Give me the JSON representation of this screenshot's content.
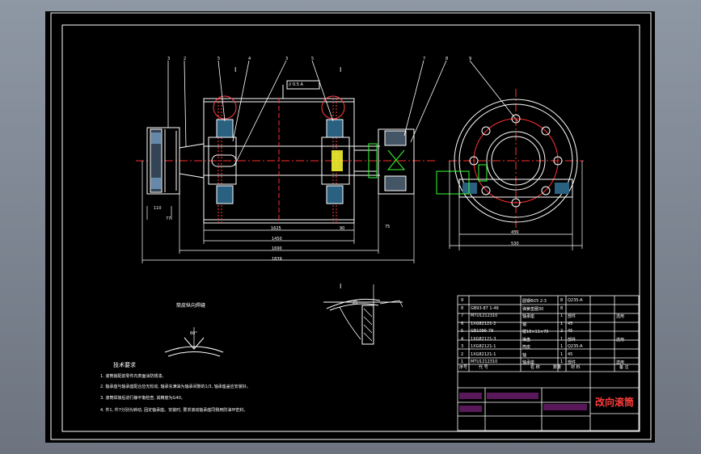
{
  "drawing": {
    "section_mark": "I",
    "tolerance_frame": "// 0.5 A",
    "dims": {
      "d110": "110",
      "d77": "77",
      "d1625": "1625",
      "d1450": "1450",
      "d1690": "1690",
      "d1839": "1839",
      "d90": "90",
      "d75": "75",
      "d450": "450",
      "d530": "530",
      "d25": "25"
    },
    "balloons": [
      "3",
      "2",
      "5",
      "4",
      "3",
      "5",
      "7",
      "8",
      "9"
    ],
    "weld_angle": "60°",
    "weld_note": "筒皮纵向焊缝",
    "tech_title": "技术要求",
    "tech_notes": [
      "1. 滚筒装配前零件内表面涂防锈漆。",
      "2. 轴承座与轴承座配合应无松动, 轴承充满油为轴承间隙的1/3, 轴承座盖应安装好。",
      "3. 滚筒焊接后进行静平衡检查, 其精度为G40。",
      "4. 件1, 件7分别为转动, 固定轴承座。安装时, 要求滚动轴承座同侧用防油环密封。"
    ]
  },
  "bom": {
    "header": [
      "序号",
      "代 号",
      "名 称",
      "数量",
      "材 料",
      "备 注"
    ],
    "rows": [
      [
        "9",
        "",
        "圆钢Φ25 2:3",
        "8",
        "Q235-A",
        ""
      ],
      [
        "8",
        "GB93-87 1-46",
        "弹簧垫圈30",
        "8",
        "",
        ""
      ],
      [
        "7",
        "MTU1212310",
        "轴承座",
        "1",
        "部件",
        "选用"
      ],
      [
        "6",
        "1XG82121-2",
        "轴",
        "1",
        "45",
        ""
      ],
      [
        "5",
        "GB1096-79",
        "键18×11×70",
        "2",
        "45",
        ""
      ],
      [
        "4",
        "1XG82121-3",
        "接盘",
        "1",
        "部件",
        "选用"
      ],
      [
        "3",
        "1XG82121-1",
        "筒皮",
        "1",
        "Q235-A",
        ""
      ],
      [
        "2",
        "1XG82121-1",
        "轴",
        "1",
        "45",
        ""
      ],
      [
        "1",
        "MTU1212310",
        "轴承座",
        "1",
        "部件",
        "选用"
      ]
    ],
    "title": "改向滚筒"
  }
}
